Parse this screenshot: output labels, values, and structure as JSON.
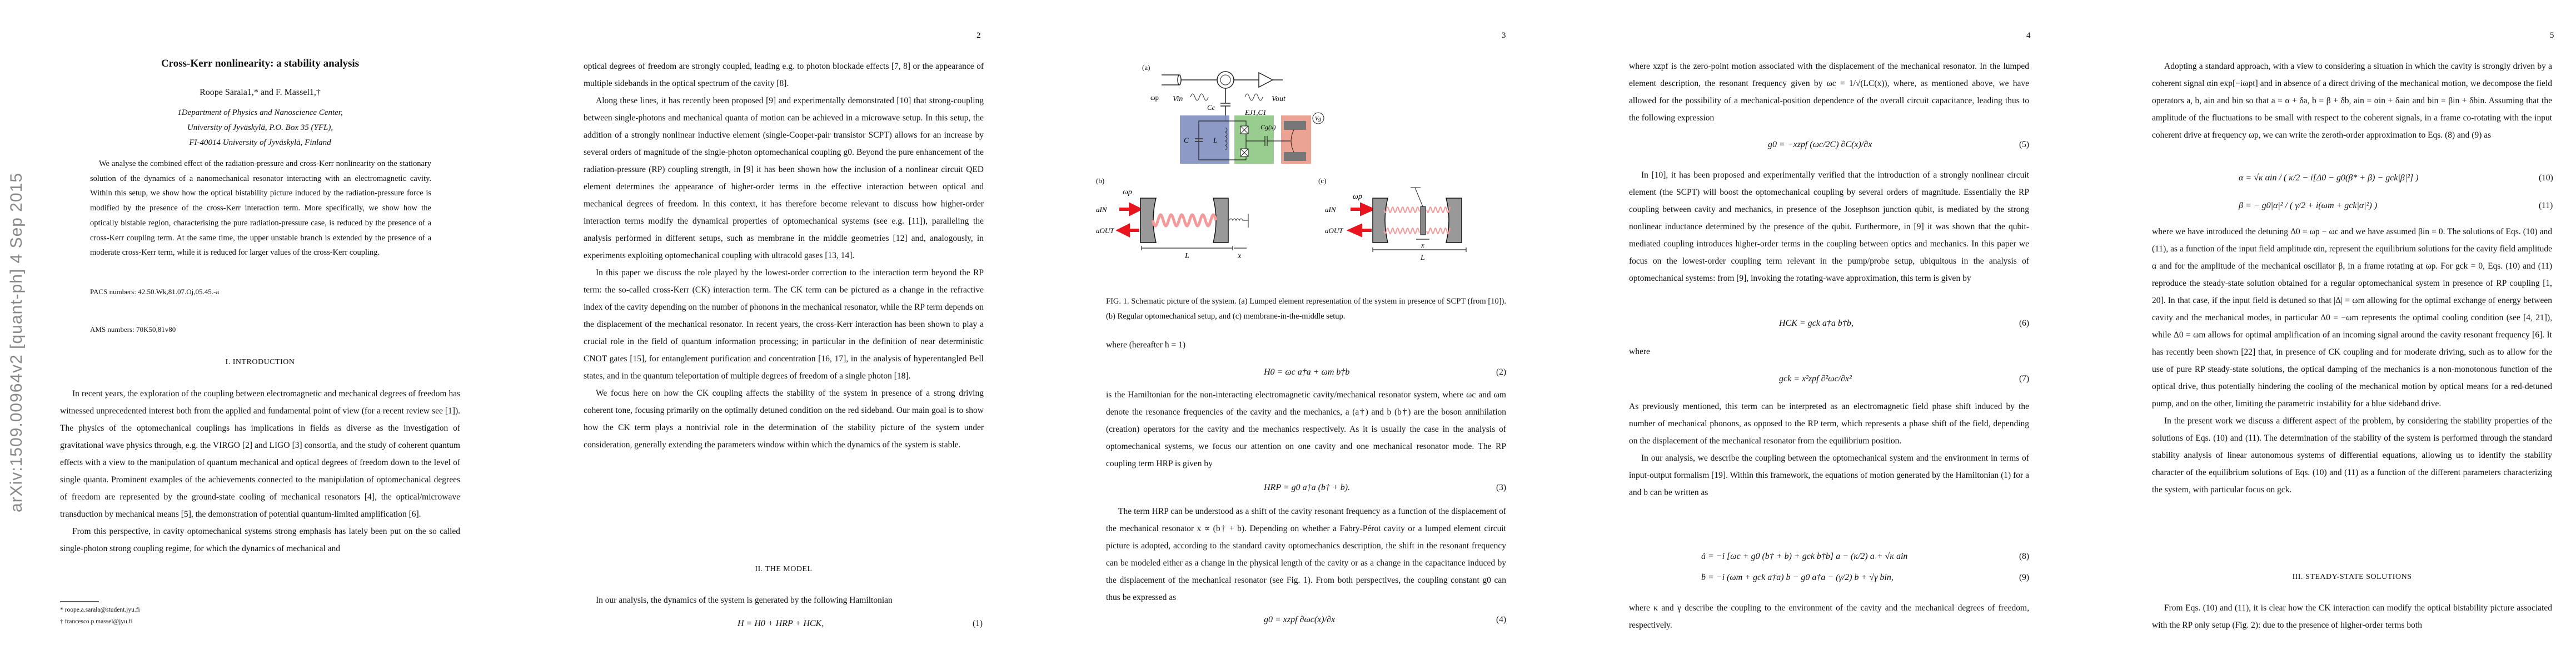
{
  "arxiv_stamp": "arXiv:1509.00964v2  [quant-ph]  4 Sep 2015",
  "page_numbers": [
    "2",
    "3",
    "4",
    "5"
  ],
  "page1": {
    "title": "Cross-Kerr nonlinearity: a stability analysis",
    "authors": "Roope Sarala1,* and F. Massel1,†",
    "affiliation": [
      "1Department of Physics and Nanoscience Center,",
      "University of Jyväskylä, P.O. Box 35 (YFL),",
      "FI-40014 University of Jyväskylä, Finland"
    ],
    "abstract": "We analyse the combined effect of the radiation-pressure and cross-Kerr nonlinearity on the stationary solution of the dynamics of a nanomechanical resonator interacting with an electromagnetic cavity. Within this setup, we show how the optical bistability picture induced by the radiation-pressure force is modified by the presence of the cross-Kerr interaction term. More specifically, we show how the optically bistable region, characterising the pure radiation-pressure case, is reduced by the presence of a cross-Kerr coupling term. At the same time, the upper unstable branch is extended by the presence of a moderate cross-Kerr term, while it is reduced for larger values of the cross-Kerr coupling.",
    "pacs": "PACS numbers: 42.50.Wk,81.07.Oj,05.45.-a",
    "ams": "AMS numbers: 70K50,81v80",
    "section": "I.   INTRODUCTION",
    "para1": "In recent years, the exploration of the coupling between electromagnetic and mechanical degrees of freedom has witnessed unprecedented interest both from the applied and fundamental point of view (for a recent review see [1]). The physics of the optomechanical couplings has implications in fields as diverse as the investigation of gravitational wave physics through, e.g. the VIRGO [2] and LIGO [3] consortia, and the study of coherent quantum effects with a view to the manipulation of quantum mechanical and optical degrees of freedom down to the level of single quanta. Prominent examples of the achievements connected to the manipulation of optomechanical degrees of freedom are represented by the ground-state cooling of mechanical resonators [4], the optical/microwave transduction by mechanical means [5], the demonstration of potential quantum-limited amplification [6].",
    "para2": "From this perspective, in cavity optomechanical systems strong emphasis has lately been put on the so called single-photon strong coupling regime, for which the dynamics of mechanical and",
    "footnotes": [
      "* roope.a.sarala@student.jyu.fi",
      "† francesco.p.massel@jyu.fi"
    ]
  },
  "page2": {
    "para0": "optical degrees of freedom are strongly coupled, leading e.g. to photon blockade effects [7, 8] or the appearance of multiple sidebands in the optical spectrum of the cavity [8].",
    "para1": "Along these lines, it has recently been proposed [9] and experimentally demonstrated [10] that strong-coupling between single-photons and mechanical quanta of motion can be achieved in a microwave setup. In this setup, the addition of a strongly nonlinear inductive element (single-Cooper-pair transistor SCPT) allows for an increase by several orders of magnitude of the single-photon optomechanical coupling g0. Beyond the pure enhancement of the radiation-pressure (RP) coupling strength, in [9] it has been shown how the inclusion of a nonlinear circuit QED element determines the appearance of higher-order terms in the effective interaction between optical and mechanical degrees of freedom. In this context, it has therefore become relevant to discuss how higher-order interaction terms modify the dynamical properties of optomechanical systems (see e.g. [11]), paralleling the analysis performed in different setups, such as membrane in the middle geometries [12] and, analogously, in experiments exploiting optomechanical coupling with ultracold gases [13, 14].",
    "para2": "In this paper we discuss the role played by the lowest-order correction to the interaction term beyond the RP term: the so-called cross-Kerr (CK) interaction term. The CK term can be pictured as a change in the refractive index of the cavity depending on the number of phonons in the mechanical resonator, while the RP term depends on the displacement of the mechanical resonator. In recent years, the cross-Kerr interaction has been shown to play a crucial role in the field of quantum information processing; in particular in the definition of near deterministic CNOT gates [15], for entanglement purification and concentration [16, 17], in the analysis of hyperentangled Bell states, and in the quantum teleportation of multiple degrees of freedom of a single photon [18].",
    "para3": "We focus here on how the CK coupling affects the stability of the system in presence of a strong driving coherent tone, focusing primarily on the optimally detuned condition on the red sideband. Our main goal is to show how the CK term plays a nontrivial role in the determination of the stability picture of the system under consideration, generally extending the parameters window within which the dynamics of the system is stable.",
    "section": "II.   THE MODEL",
    "para4": "In our analysis, the dynamics of the system is generated by the following Hamiltonian",
    "eq1": "H = H0 + HRP + HCK,",
    "eq1_num": "(1)"
  },
  "page3": {
    "figure": {
      "label_a": "(a)",
      "label_b": "(b)",
      "label_c": "(c)",
      "omega_p": "ωp",
      "v_in": "Vin",
      "v_out": "Vout",
      "c_c": "Cc",
      "ej1_c1": "EJ1,C1",
      "c_g": "Cg(x)",
      "c": "C",
      "l": "L",
      "v_g": "Vg",
      "x": "x",
      "a_in": "aIN",
      "a_out": "aOUT",
      "length": "L"
    },
    "caption": "FIG. 1. Schematic picture of the system. (a) Lumped element representation of the system in presence of SCPT (from [10]). (b) Regular optomechanical setup, and (c) membrane-in-the-middle setup.",
    "where": "where (hereafter ħ = 1)",
    "eq2": "H0 = ωc a†a + ωm b†b",
    "eq2_num": "(2)",
    "para1": "is the Hamiltonian for the non-interacting electromagnetic cavity/mechanical resonator system, where ωc and ωm denote the resonance frequencies of the cavity and the mechanics, a (a†) and b (b†) are the boson annihilation (creation) operators for the cavity and the mechanics respectively. As it is usually the case in the analysis of optomechanical systems, we focus our attention on one cavity and one mechanical resonator mode. The RP coupling term HRP is given by",
    "eq3": "HRP = g0 a†a (b† + b).",
    "eq3_num": "(3)",
    "para2": "The term HRP can be understood as a shift of the cavity resonant frequency as a function of the displacement of the mechanical resonator x ∝ (b† + b). Depending on whether a Fabry-Pérot cavity or a lumped element circuit picture is adopted, according to the standard cavity optomechanics description, the shift in the resonant frequency can be modeled either as a change in the physical length of the cavity or as a change in the capacitance induced by the displacement of the mechanical resonator (see Fig. 1). From both perspectives, the coupling constant g0 can thus be expressed as",
    "eq4": "g0 = xzpf ∂ωc(x)/∂x",
    "eq4_num": "(4)"
  },
  "page4": {
    "para1": "where xzpf is the zero-point motion associated with the displacement of the mechanical resonator. In the lumped element description, the resonant frequency given by ωc = 1/√(LC(x)), where, as mentioned above, we have allowed for the possibility of a mechanical-position dependence of the overall circuit capacitance, leading thus to the following expression",
    "eq5": "g0 = −xzpf (ωc/2C) ∂C(x)/∂x",
    "eq5_num": "(5)",
    "para2": "In [10], it has been proposed and experimentally verified that the introduction of a strongly nonlinear circuit element (the SCPT) will boost the optomechanical coupling by several orders of magnitude. Essentially the RP coupling between cavity and mechanics, in presence of the Josephson junction qubit, is mediated by the strong nonlinear inductance determined by the presence of the qubit. Furthermore, in [9] it was shown that the qubit-mediated coupling introduces higher-order terms in the coupling between optics and mechanics. In this paper we focus on the lowest-order coupling term relevant in the pump/probe setup, ubiquitous in the analysis of optomechanical systems: from [9], invoking the rotating-wave approximation, this term is given by",
    "eq6": "HCK = gck a†a b†b,",
    "eq6_num": "(6)",
    "where": "where",
    "eq7": "gck = x²zpf ∂²ωc/∂x²",
    "eq7_num": "(7)",
    "para3": "As previously mentioned, this term can be interpreted as an electromagnetic field phase shift induced by the number of mechanical phonons, as opposed to the RP term, which represents a phase shift of the field, depending on the displacement of the mechanical resonator from the equilibrium position.",
    "para4": "In our analysis, we describe the coupling between the optomechanical system and the environment in terms of input-output formalism [19]. Within this framework, the equations of motion generated by the Hamiltonian (1) for a and b can be written as",
    "eq8": "ȧ = −i [ωc + g0 (b† + b) + gck b†b] a − (κ/2) a + √κ ain",
    "eq8_num": "(8)",
    "eq9": "ḃ = −i (ωm + gck a†a) b − g0 a†a − (γ/2) b + √γ bin,",
    "eq9_num": "(9)",
    "para5": "where κ and γ describe the coupling to the environment of the cavity and the mechanical degrees of freedom, respectively."
  },
  "page5": {
    "para1": "Adopting a standard approach, with a view to considering a situation in which the cavity is strongly driven by a coherent signal αin exp[−iωpt] and in absence of a direct driving of the mechanical motion, we decompose the field operators a, b, ain and bin so that a = α + δa, b = β + δb, ain = αin + δain and bin = βin + δbin. Assuming that the amplitude of the fluctuations to be small with respect to the coherent signals, in a frame co-rotating with the input coherent drive at frequency ωp, we can write the zeroth-order approximation to Eqs. (8) and (9) as",
    "eq10": "α = √κ αin / ( κ/2 − i[Δ0 − g0(β* + β) − gck|β|²] )",
    "eq10_num": "(10)",
    "eq11": "β = − g0|α|² / ( γ/2 + i(ωm + gck|α|²) )",
    "eq11_num": "(11)",
    "para2": "where we have introduced the detuning Δ0 = ωp − ωc and we have assumed βin = 0. The solutions of Eqs. (10) and (11), as a function of the input field amplitude αin, represent the equilibrium solutions for the cavity field amplitude α and for the amplitude of the mechanical oscillator β, in a frame rotating at ωp. For gck = 0, Eqs. (10) and (11) reproduce the steady-state solution obtained for a regular optomechanical system in presence of RP coupling [1, 20]. In that case, if the input field is detuned so that |Δ| = ωm allowing for the optimal exchange of energy between cavity and the mechanical modes, in particular Δ0 = −ωm represents the optimal cooling condition (see [4, 21]), while Δ0 = ωm allows for optimal amplification of an incoming signal around the cavity resonant frequency [6]. It has recently been shown [22] that, in presence of CK coupling and for moderate driving, such as to allow for the use of pure RP steady-state solutions, the optical damping of the mechanics is a non-monotonous function of the optical drive, thus potentially hindering the cooling of the mechanical motion by optical means for a red-detuned pump, and on the other, limiting the parametric instability for a blue sideband drive.",
    "para3": "In the present work we discuss a different aspect of the problem, by considering the stability properties of the solutions of Eqs. (10) and (11). The determination of the stability of the system is performed through the standard stability analysis of linear autonomous systems of differential equations, allowing us to identify the stability character of the equilibrium solutions of Eqs. (10) and (11) as a function of the different parameters characterizing the system, with particular focus on gck.",
    "section": "III.   STEADY-STATE SOLUTIONS",
    "para4": "From Eqs. (10) and (11), it is clear how the CK interaction can modify the optical bistability picture associated with the RP only setup (Fig. 2): due to the presence of higher-order terms both"
  },
  "colors": {
    "blue_box": "#7f8fbf",
    "green_box": "#8ec883",
    "red_box": "#e99a87",
    "laser_red": "#e8141e",
    "wave_pink": "#f59a9a"
  }
}
